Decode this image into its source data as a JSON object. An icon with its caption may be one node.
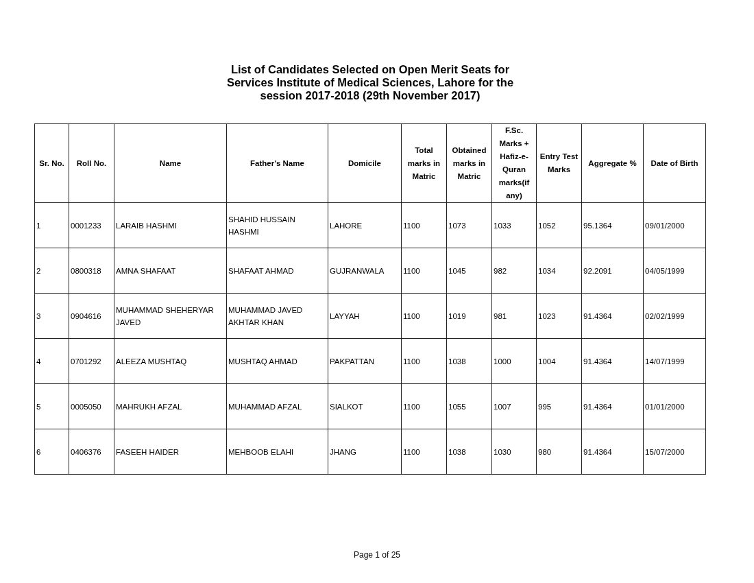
{
  "diagram": {
    "title": "List of Candidates Selected on Open Merit Seats for Services Institute of Medical Sciences, Lahore for the session 2017-2018 (29th November 2017)",
    "labels": [
      "Sr. No.",
      "Roll No.",
      "Name",
      "Father's Name",
      "Domicile",
      "Total marks in Matric",
      "Obtained marks in Matric",
      "F.Sc. Marks + Hafiz-e-Quran marks(if any)",
      "Entry Test Marks",
      "Aggregate %",
      "Date of Birth",
      "1",
      "0001233",
      "LARAIB HASHMI",
      "SHAHID HUSSAIN HASHMI",
      "LAHORE",
      "1100",
      "1073",
      "1033",
      "1052",
      "95.1364",
      "09/01/2000",
      "2",
      "0800318",
      "AMNA SHAFAAT",
      "SHAFAAT AHMAD",
      "GUJRANWALA",
      "1100",
      "1045",
      "982",
      "1034",
      "92.2091",
      "04/05/1999",
      "3",
      "0904616",
      "MUHAMMAD SHEHERYAR JAVED",
      "MUHAMMAD JAVED AKHTAR KHAN",
      "LAYYAH",
      "1100",
      "1019",
      "981",
      "1023",
      "91.4364",
      "02/02/1999",
      "4",
      "0701292",
      "ALEEZA MUSHTAQ",
      "MUSHTAQ AHMAD",
      "PAKPATTAN",
      "1100",
      "1038",
      "1000",
      "1004",
      "91.4364",
      "14/07/1999",
      "5",
      "0005050",
      "MAHRUKH AFZAL",
      "MUHAMMAD AFZAL",
      "SIALKOT",
      "1100",
      "1055",
      "1007",
      "995",
      "91.4364",
      "01/01/2000",
      "6",
      "0406376",
      "FASEEH HAIDER",
      "MEHBOOB ELAHI",
      "JHANG",
      "1100",
      "1038",
      "1030",
      "980",
      "91.4364",
      "15/07/2000",
      "Page 1 of 25"
    ]
  }
}
